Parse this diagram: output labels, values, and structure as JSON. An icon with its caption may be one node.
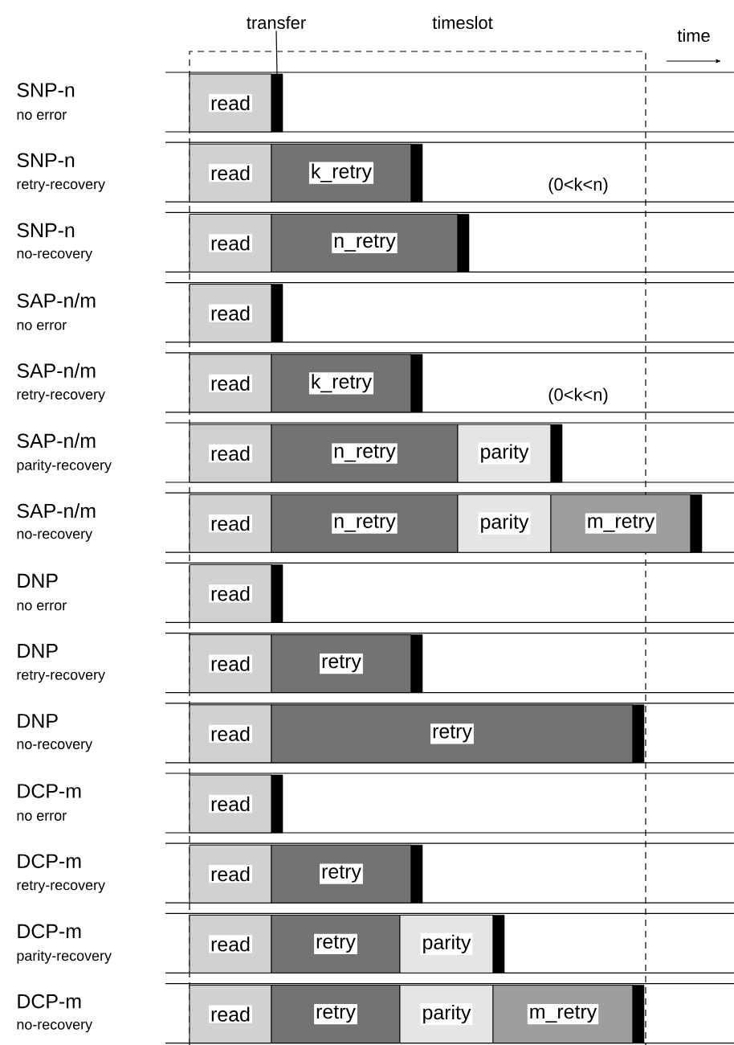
{
  "diagram": {
    "nodes": [
      {
        "text": [
          "transfer"
        ]
      },
      {
        "text": [
          "SNP-n",
          "no error"
        ]
      },
      {
        "text": [
          "read"
        ],
        "in": 1
      },
      {
        "text": [],
        "shape": "bar",
        "in": 1
      },
      {
        "text": [
          "SNP-n",
          "retry-recovery"
        ]
      },
      {
        "text": [
          "read"
        ],
        "in": 4
      },
      {
        "text": [
          "k_retry"
        ],
        "in": 4
      },
      {
        "text": [],
        "shape": "bar",
        "in": 4
      },
      {
        "text": [
          "SNP-n",
          "no-recovery"
        ]
      },
      {
        "text": [
          "read"
        ],
        "in": 8
      },
      {
        "text": [
          "n_retry"
        ],
        "in": 8
      },
      {
        "text": [],
        "shape": "bar",
        "in": 8
      },
      {
        "text": [
          "SAP-n/m",
          "no error"
        ]
      },
      {
        "text": [
          "read"
        ],
        "in": 12
      },
      {
        "text": [],
        "shape": "bar",
        "in": 12
      },
      {
        "text": [
          "SAP-n/m",
          "retry-recovery"
        ]
      },
      {
        "text": [
          "read"
        ],
        "in": 15
      },
      {
        "text": [
          "k_retry"
        ],
        "in": 15
      },
      {
        "text": [],
        "shape": "bar",
        "in": 15
      },
      {
        "text": [
          "SAP-n/m",
          "parity-recovery"
        ]
      },
      {
        "text": [
          "read"
        ],
        "in": 19
      },
      {
        "text": [
          "n_retry"
        ],
        "in": 19
      },
      {
        "text": [
          "parity"
        ],
        "in": 19
      },
      {
        "text": [],
        "shape": "bar",
        "in": 19
      },
      {
        "text": [
          "SAP-n/m",
          "no-recovery"
        ]
      },
      {
        "text": [
          "read"
        ],
        "in": 24
      },
      {
        "text": [
          "n_retry"
        ],
        "in": 24
      },
      {
        "text": [
          "parity"
        ],
        "in": 24
      },
      {
        "text": [
          "m_retry"
        ],
        "in": 24
      },
      {
        "text": [],
        "shape": "bar",
        "in": 24
      },
      {
        "text": [
          "DNP",
          "no error"
        ]
      },
      {
        "text": [
          "read"
        ],
        "in": 30
      },
      {
        "text": [],
        "shape": "bar",
        "in": 30
      },
      {
        "text": [
          "DNP",
          "retry-recovery"
        ]
      },
      {
        "text": [
          "read"
        ],
        "in": 33
      },
      {
        "text": [
          "retry"
        ],
        "in": 33
      },
      {
        "text": [],
        "shape": "bar",
        "in": 33
      },
      {
        "text": [
          "DNP",
          "no-recovery"
        ]
      },
      {
        "text": [
          "read"
        ],
        "in": 37
      },
      {
        "text": [
          "retry"
        ],
        "in": 37
      },
      {
        "text": [],
        "shape": "bar",
        "in": 37
      },
      {
        "text": [
          "DCP-m",
          "no error"
        ]
      },
      {
        "text": [
          "read"
        ],
        "in": 41
      },
      {
        "text": [],
        "shape": "bar",
        "in": 41
      },
      {
        "text": [
          "DCP-m",
          "retry-recovery"
        ]
      },
      {
        "text": [
          "read"
        ],
        "in": 44
      },
      {
        "text": [
          "retry"
        ],
        "in": 44
      },
      {
        "text": [],
        "shape": "bar",
        "in": 44
      },
      {
        "text": [
          "DCP-m",
          "parity-recovery"
        ]
      },
      {
        "text": [
          "read"
        ],
        "in": 48
      },
      {
        "text": [
          "retry"
        ],
        "in": 48
      },
      {
        "text": [
          "parity"
        ],
        "in": 48
      },
      {
        "text": [],
        "shape": "bar",
        "in": 48
      },
      {
        "text": [
          "DCP-m",
          "no-recovery"
        ]
      },
      {
        "text": [
          "read"
        ],
        "in": 53
      },
      {
        "text": [
          "retry"
        ],
        "in": 53
      },
      {
        "text": [
          "parity"
        ],
        "in": 53
      },
      {
        "text": [
          "m_retry"
        ],
        "in": 53
      },
      {
        "text": [],
        "shape": "bar",
        "in": 53
      }
    ],
    "edges": [
      {
        "from": 0,
        "to": 3,
        "arrow": "none"
      }
    ],
    "labels": [
      "timeslot",
      "time",
      "(0<k<n)",
      "(0<k<n)"
    ]
  }
}
